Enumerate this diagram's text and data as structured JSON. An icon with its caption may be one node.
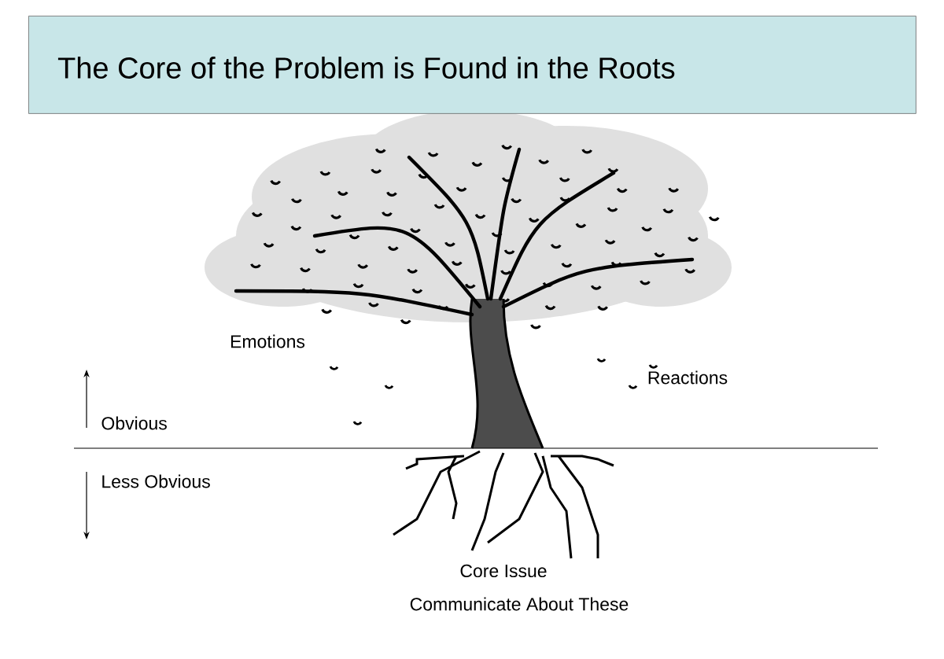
{
  "diagram": {
    "title": "The Core of the Problem is Found in the Roots",
    "labels": [
      "Emotions",
      "Reactions",
      "Obvious",
      "Less Obvious",
      "Core Issue",
      "Communicate About These"
    ]
  }
}
